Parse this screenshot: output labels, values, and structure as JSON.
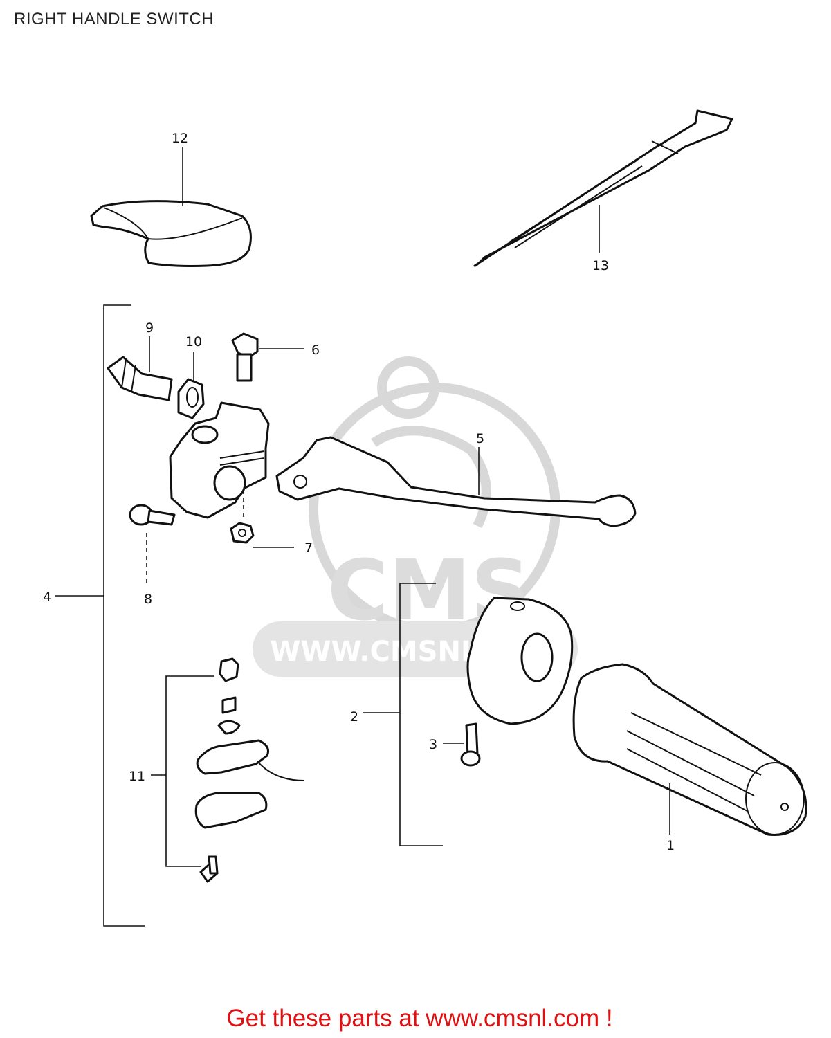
{
  "header": {
    "title": "RIGHT HANDLE SWITCH"
  },
  "callouts": [
    {
      "id": "c1",
      "label": "1"
    },
    {
      "id": "c2",
      "label": "2"
    },
    {
      "id": "c3",
      "label": "3"
    },
    {
      "id": "c4",
      "label": "4"
    },
    {
      "id": "c5",
      "label": "5"
    },
    {
      "id": "c6",
      "label": "6"
    },
    {
      "id": "c7",
      "label": "7"
    },
    {
      "id": "c8",
      "label": "8"
    },
    {
      "id": "c9",
      "label": "9"
    },
    {
      "id": "c10",
      "label": "10"
    },
    {
      "id": "c11",
      "label": "11"
    },
    {
      "id": "c12",
      "label": "12"
    },
    {
      "id": "c13",
      "label": "13"
    }
  ],
  "watermark": {
    "logo_text": "CMS",
    "url_text": "WWW.CMSNL.COM"
  },
  "footer": {
    "text": "Get these parts at www.cmsnl.com !"
  },
  "colors": {
    "footer_text": "#e01010",
    "line_art": "#111111",
    "watermark": "#dcdcdc"
  }
}
